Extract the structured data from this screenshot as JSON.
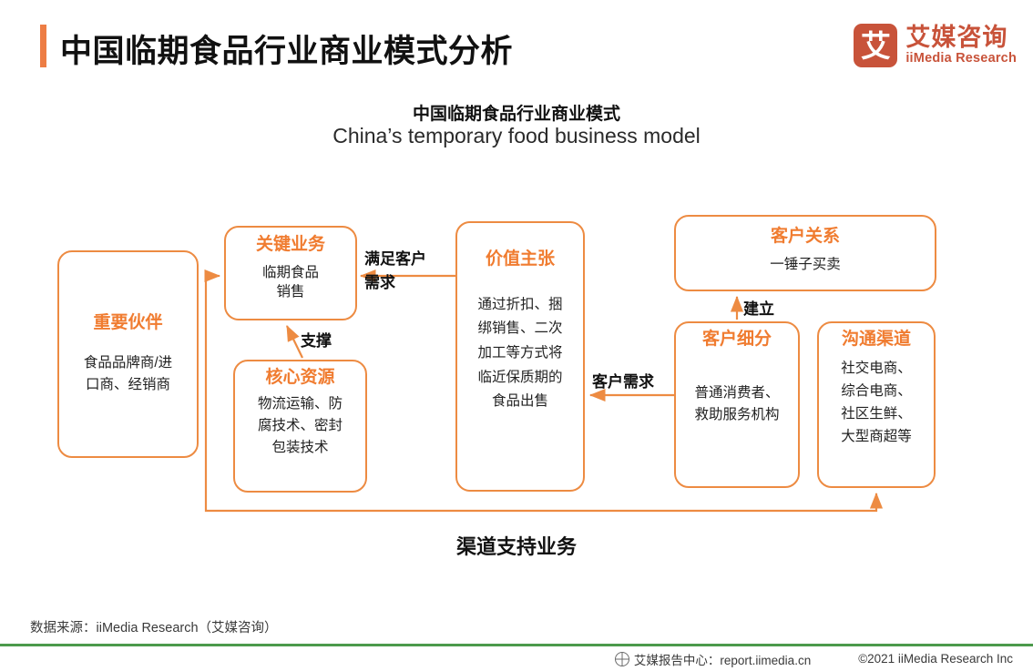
{
  "header": {
    "title": "中国临期食品行业商业模式分析",
    "accent_color": "#ED7D44",
    "logo": {
      "mark": "艾",
      "name_cn": "艾媒咨询",
      "name_en": "iiMedia Research",
      "color": "#C8533A"
    }
  },
  "chart_title": {
    "cn": "中国临期食品行业商业模式",
    "en": "China’s temporary food business model"
  },
  "diagram": {
    "type": "business-model-canvas",
    "node_border_color": "#ED8B42",
    "node_title_color": "#F07C30",
    "nodes": [
      {
        "id": "partners",
        "title": "重要伙伴",
        "body": "食品品牌商/进\n口商、经销商"
      },
      {
        "id": "key_activities",
        "title": "关键业务",
        "body": "临期食品\n销售"
      },
      {
        "id": "core_resources",
        "title": "核心资源",
        "body": "物流运输、防\n腐技术、密封\n包装技术"
      },
      {
        "id": "value_prop",
        "title": "价值主张",
        "body": "通过折扣、捆\n绑销售、二次\n加工等方式将\n临近保质期的\n食品出售"
      },
      {
        "id": "customer_rel",
        "title": "客户关系",
        "body": "一锤子买卖"
      },
      {
        "id": "customer_seg",
        "title": "客户细分",
        "body": "普通消费者、\n救助服务机构"
      },
      {
        "id": "channels",
        "title": "沟通渠道",
        "body": "社交电商、\n综合电商、\n社区生鲜、\n大型商超等"
      }
    ],
    "edges": [
      {
        "id": "satisfy",
        "label": "满足客户\n需求",
        "from": "value_prop",
        "to": "key_activities"
      },
      {
        "id": "support",
        "label": "支撑",
        "from": "core_resources",
        "to": "key_activities"
      },
      {
        "id": "demand",
        "label": "客户需求",
        "from": "customer_seg",
        "to": "value_prop"
      },
      {
        "id": "build",
        "label": "建立",
        "from": "customer_seg",
        "to": "customer_rel"
      },
      {
        "id": "channel_support",
        "label": "渠道支持业务",
        "from": "channels",
        "to": "key_activities"
      }
    ]
  },
  "footer": {
    "source": "数据来源：iiMedia Research（艾媒咨询）",
    "report_center": "艾媒报告中心：report.iimedia.cn",
    "copyright": "©2021  iiMedia Research  Inc",
    "rule_color": "#4C9A4C"
  }
}
